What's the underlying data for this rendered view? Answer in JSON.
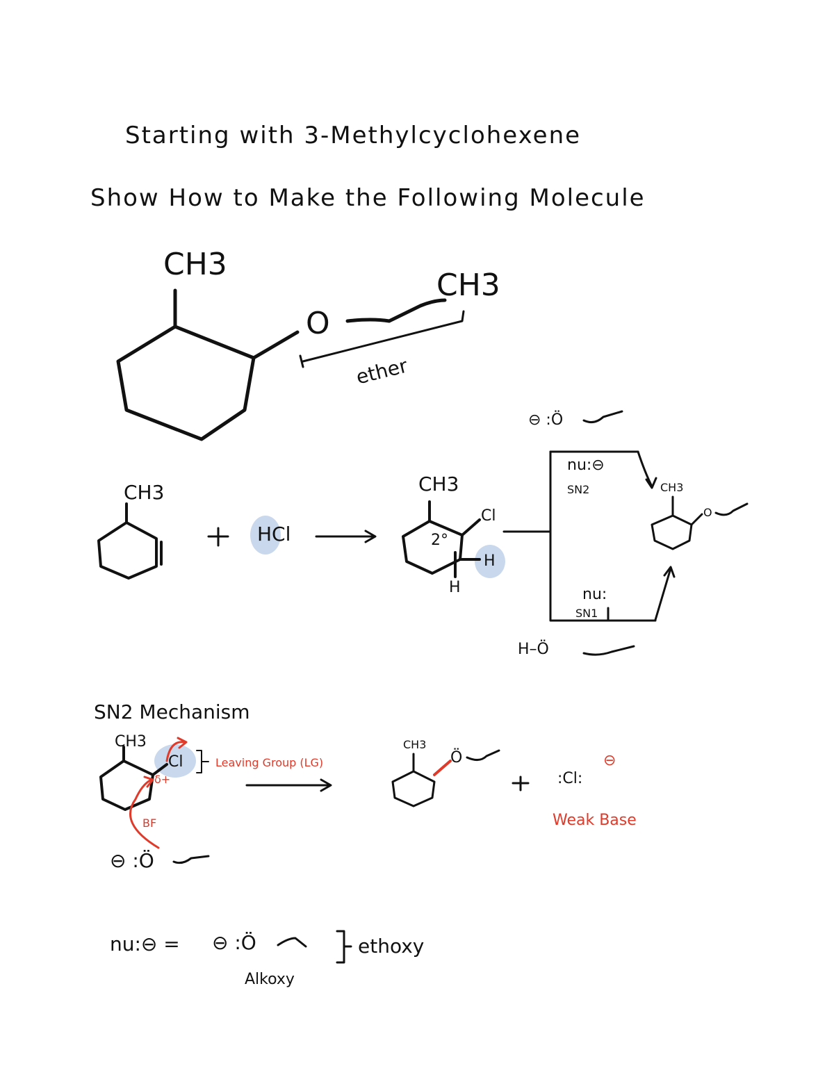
{
  "header": {
    "line1": "Starting with 3-Methylcyclohexene",
    "line2": "Show How to Make the Following Molecule"
  },
  "target": {
    "methyl": "CH3",
    "oxygen": "O",
    "ethyl_methyl": "CH3",
    "ether_label": "ether"
  },
  "reaction1": {
    "reactant_methyl": "CH3",
    "plus": "+",
    "reagent": "HCl",
    "product_methyl": "CH3",
    "cl": "Cl",
    "secondary": "2°",
    "h_circled": "H",
    "h_bottom": "H"
  },
  "box": {
    "ethoxide_top": "⊖ :Ö",
    "sn2_nu": "nu:⊖",
    "sn2_label": "SN2",
    "sn1_nu": "nu:",
    "sn1_label": "SN1",
    "product_methyl": "CH3",
    "product_o": "O",
    "ethanol": "H–Ö"
  },
  "mechanism": {
    "heading": "SN2 Mechanism",
    "methyl": "CH3",
    "cl": "Cl",
    "lg_label": "Leaving Group (LG)",
    "delta_plus": "δ+",
    "bf_label": "BF",
    "nucleophile": "⊖ :Ö",
    "product_methyl": "CH3",
    "product_o": "Ö",
    "plus": "+",
    "chloride": ":Cl:",
    "chloride_charge": "⊖",
    "weak_base": "Weak Base"
  },
  "footer": {
    "nu_eq": "nu:⊖ =",
    "ethoxide": "⊖ :Ö",
    "ethoxy": "ethoxy",
    "alkoxy": "Alkoxy"
  },
  "colors": {
    "ink": "#111111",
    "red": "#e03a2a",
    "highlight": "#c9d8ec"
  }
}
